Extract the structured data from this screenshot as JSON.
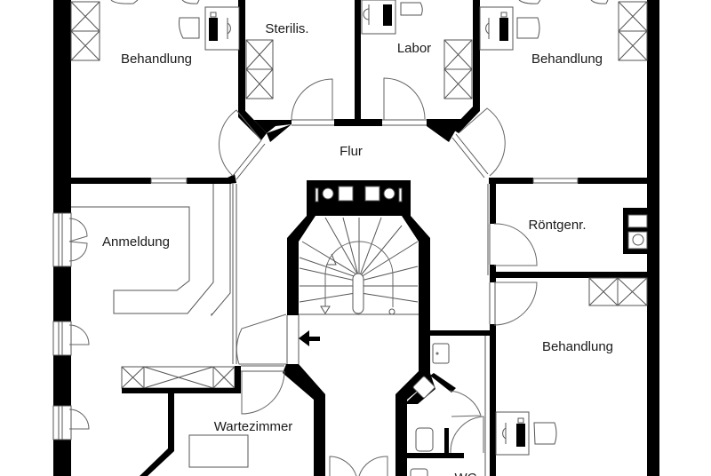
{
  "plan": {
    "type": "floor-plan",
    "subject": "Medical practice floor plan (ground floor)",
    "colors": {
      "wall": "#000000",
      "line": "#555555",
      "background": "#ffffff",
      "label": "#1a1a1a"
    },
    "rooms": [
      {
        "id": "behandlung-top-left",
        "label": "Behandlung"
      },
      {
        "id": "sterilis",
        "label": "Sterilis."
      },
      {
        "id": "labor",
        "label": "Labor"
      },
      {
        "id": "behandlung-top-right",
        "label": "Behandlung"
      },
      {
        "id": "flur",
        "label": "Flur"
      },
      {
        "id": "anmeldung",
        "label": "Anmeldung"
      },
      {
        "id": "roentgenraum",
        "label": "Röntgenr."
      },
      {
        "id": "behandlung-bottom-right",
        "label": "Behandlung"
      },
      {
        "id": "wartezimmer",
        "label": "Wartezimmer"
      },
      {
        "id": "wc",
        "label": "WC"
      }
    ],
    "symbols": [
      "door-swing-icon",
      "double-door-icon",
      "window-icon",
      "cabinet-icon",
      "desk-icon",
      "chair-icon",
      "computer-icon",
      "lamp-icon",
      "spiral-staircase-icon",
      "entrance-arrow-icon",
      "sink-icon",
      "toilet-icon",
      "chimney-icon",
      "reception-counter-icon",
      "waiting-table-icon"
    ]
  }
}
